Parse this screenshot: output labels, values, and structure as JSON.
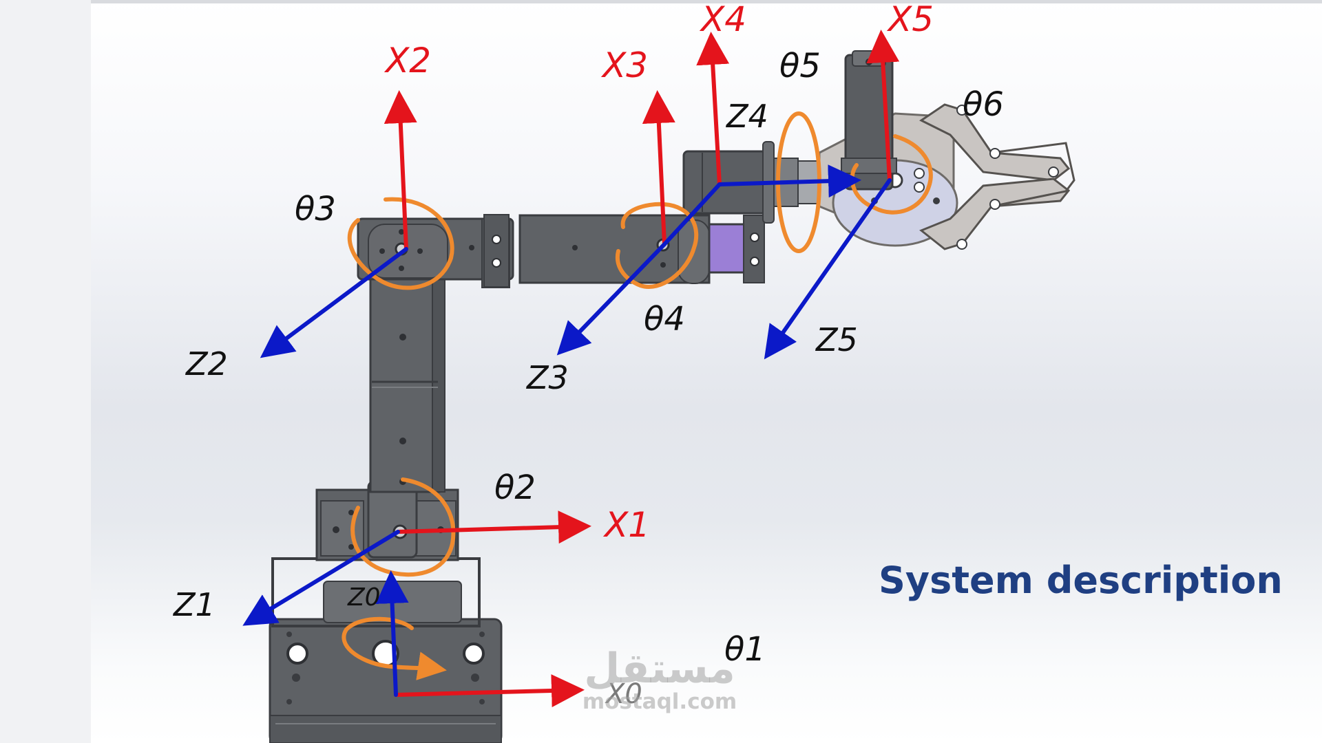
{
  "diagram": {
    "caption": "System description",
    "axis_labels": {
      "x0": "X0",
      "x1": "X1",
      "x2": "X2",
      "x3": "X3",
      "x4": "X4",
      "x5": "X5",
      "z0": "Z0",
      "z1": "Z1",
      "z2": "Z2",
      "z3": "Z3",
      "z4": "Z4",
      "z5": "Z5"
    },
    "joint_labels": {
      "theta1": "θ1",
      "theta2": "θ2",
      "theta3": "θ3",
      "theta4": "θ4",
      "theta5": "θ5",
      "theta6": "θ6"
    }
  },
  "watermark": {
    "arabic": "مستقل",
    "latin": "mostaql.com"
  },
  "colors": {
    "x_axis": "#e4141c",
    "z_axis": "#0b19c8",
    "rotation": "#ef8a2e",
    "caption": "#1f3f82",
    "robot_body": "#626569",
    "robot_edge": "#3a3c40",
    "gripper": "#c7c3c0",
    "servo_accent": "#9b7fd6"
  }
}
